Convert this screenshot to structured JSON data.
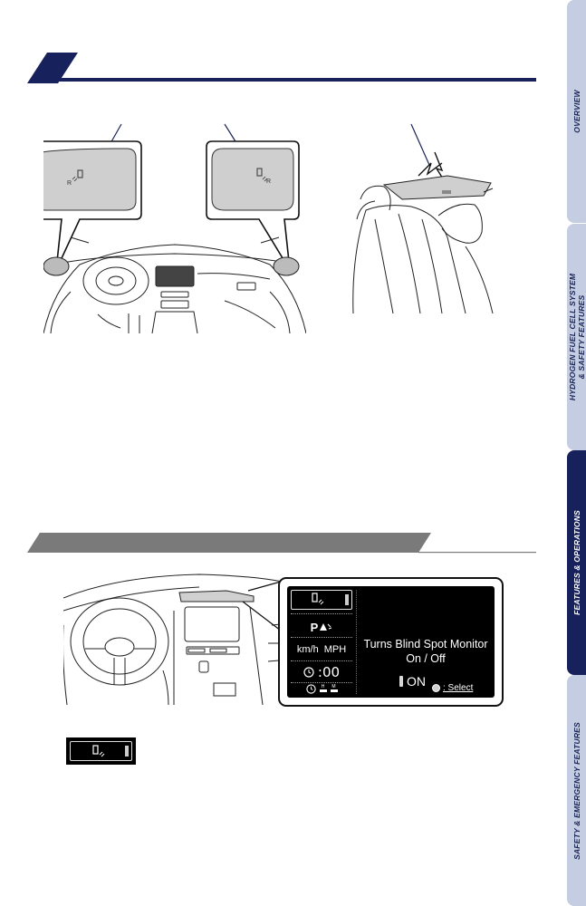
{
  "tabs": [
    {
      "label": "OVERVIEW"
    },
    {
      "label_line1": "HYDROGEN FUEL CELL SYSTEM",
      "label_line2": "& SAFETY FEATURES"
    },
    {
      "label": "FEATURES & OPERATIONS"
    },
    {
      "label": "SAFETY & EMERGENCY FEATURES"
    }
  ],
  "colors": {
    "navy": "#17215c",
    "tab_light": "#c5cde2",
    "section_gray": "#7a7a7a"
  },
  "mirror_left": {
    "icon_text": "R"
  },
  "mirror_right": {
    "icon_text": "R"
  },
  "display": {
    "menu": {
      "park_symbol": "P",
      "units_kmh": "km/h",
      "units_mph": "MPH",
      "clock_display": ":00",
      "clock_sub_h": "H",
      "clock_sub_m": "M"
    },
    "description": "Turns Blind Spot Monitor On / Off",
    "status": "ON",
    "select_hint": ": Select"
  }
}
